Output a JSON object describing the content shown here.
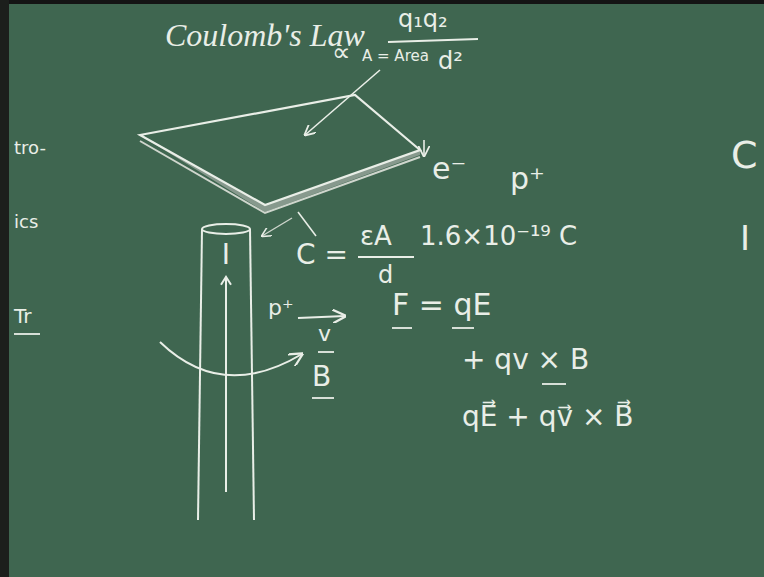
{
  "diagram": {
    "title": "Coulomb's Law",
    "nodes": [
      {
        "text": [
          "I"
        ]
      }
    ],
    "labels": [
      "tro-",
      "ics",
      "Tr",
      "∝",
      "q₁q₂",
      "A = Area",
      "d²",
      "e⁻",
      "p⁺",
      "C =",
      "εA",
      "d",
      "1.6×10⁻¹⁹ C",
      "p⁺",
      "v",
      "B",
      "F = qE",
      "+ qv × B",
      "qE⃗ + qv⃗ × B⃗",
      "C",
      "I"
    ]
  }
}
